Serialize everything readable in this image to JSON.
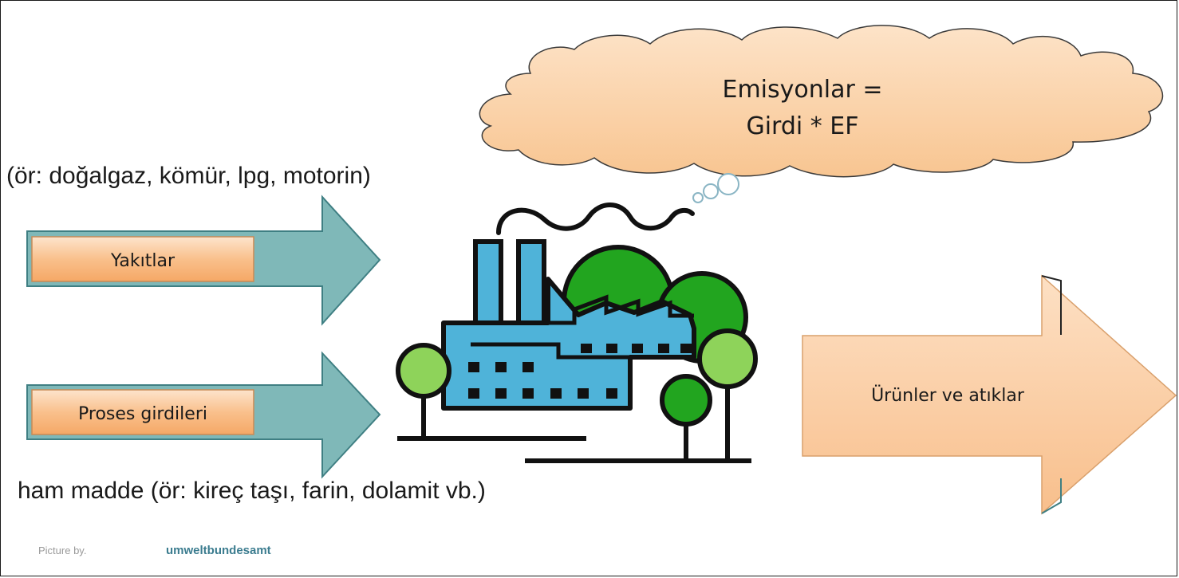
{
  "input_fuels": {
    "label": "Yakıtlar",
    "examples": "(ör: doğalgaz, kömür, lpg, motorin)"
  },
  "input_process": {
    "label": "Proses girdileri",
    "examples": "ham madde (ör: kireç taşı, farin, dolamit vb.)"
  },
  "output": {
    "label": "Ürünler ve atıklar"
  },
  "emissions_cloud": {
    "line1": "Emisyonlar =",
    "line2": "Girdi * EF"
  },
  "credit": {
    "prefix": "Picture by.",
    "brand": "umweltbundesamt"
  },
  "colors": {
    "input_arrow": "#7fb8b8",
    "input_arrow_edge": "#4f8f93",
    "output_arrow": "#f9c79a",
    "label_box": "#f8b77a",
    "cloud": "#fbcfa0",
    "factory_blue": "#4fb3d9",
    "tree_green": "#2aa02a",
    "tree_light_green": "#8ed35a"
  },
  "icons": {
    "factory": "factory-icon",
    "trees": "tree-icon",
    "smoke": "smoke-icon"
  }
}
